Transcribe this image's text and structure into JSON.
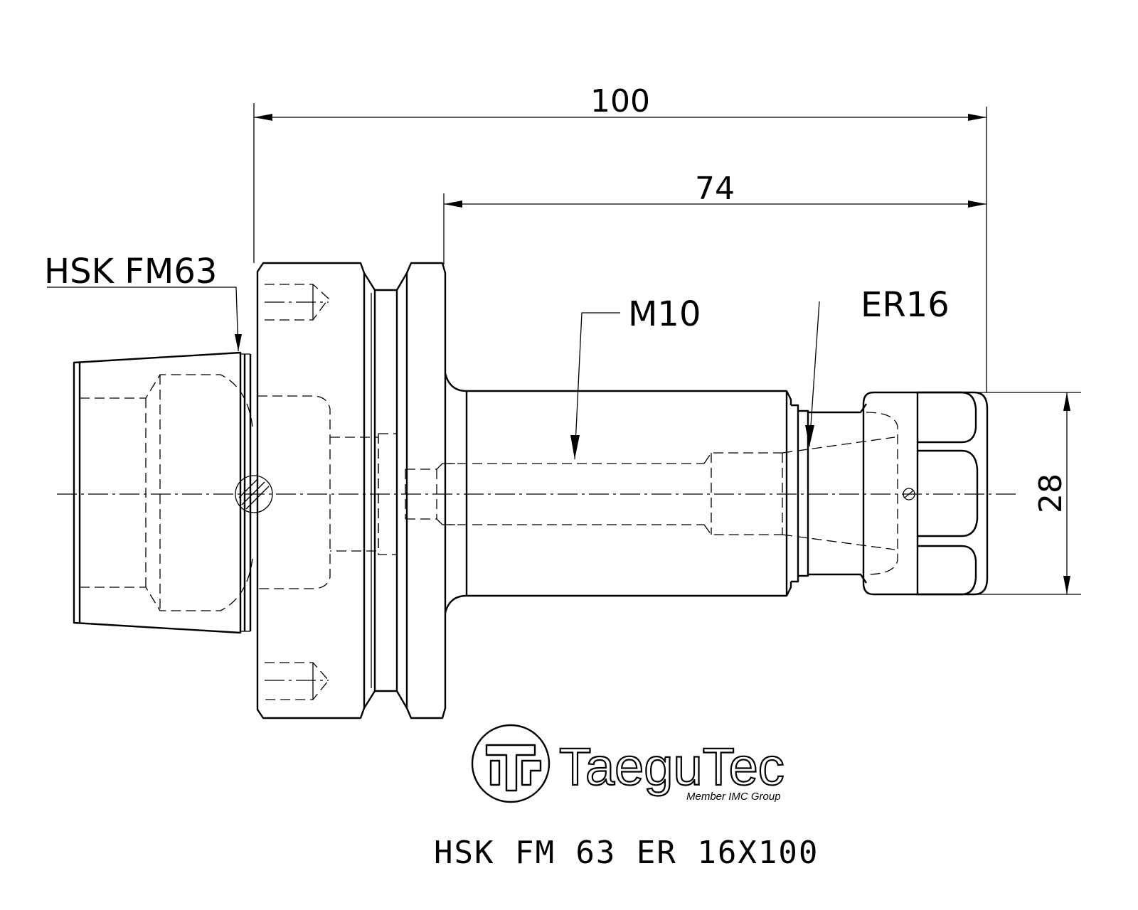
{
  "dimensions": {
    "overall_length": "100",
    "projection_length": "74",
    "nut_diameter": "28"
  },
  "labels": {
    "shank": "HSK FM63",
    "thread": "M10",
    "collet": "ER16"
  },
  "logo": {
    "brand": "TaeguTec",
    "tagline": "Member IMC Group"
  },
  "title": "HSK FM 63 ER 16X100"
}
